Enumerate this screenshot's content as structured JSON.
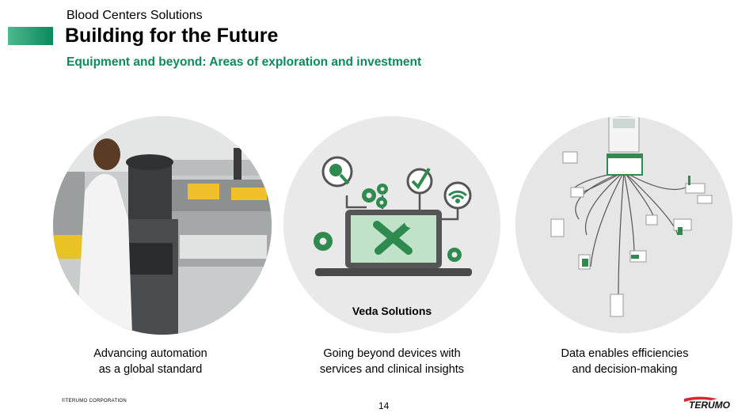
{
  "header": {
    "kicker": "Blood Centers Solutions",
    "title": "Building for the Future",
    "subtitle": "Equipment and beyond: Areas of exploration and investment"
  },
  "panels": [
    {
      "caption_line1": "Advancing automation",
      "caption_line2": "as a global standard",
      "image_icon": "lab-photo-icon"
    },
    {
      "caption_line1": "Going beyond devices with",
      "caption_line2": "services and clinical insights",
      "badge_label": "Veda Solutions",
      "image_icon": "laptop-tools-icon"
    },
    {
      "caption_line1": "Data enables efficiencies",
      "caption_line2": "and decision-making",
      "image_icon": "network-diagram-icon"
    }
  ],
  "footer": {
    "copyright": "©TERUMO CORPORATION",
    "page_number": "14",
    "logo_text": "TERUMO"
  },
  "colors": {
    "accent": "#0d8a5a",
    "brand_red": "#d7262d"
  }
}
